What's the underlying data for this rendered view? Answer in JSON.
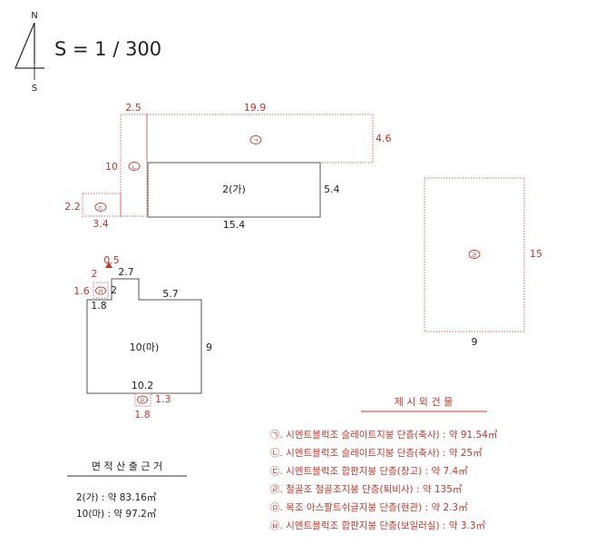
{
  "compass": {
    "north": "N",
    "south": "S"
  },
  "scale": "S = 1 / 300",
  "buildings": {
    "a": {
      "label": "2(가)",
      "dims": {
        "top": "19.9",
        "right": "5.4",
        "bottom": "15.4"
      }
    },
    "giyeok": {
      "mark": "ㄱ",
      "dims": {
        "right": "4.6",
        "top_left": "2.5"
      }
    },
    "nieun": {
      "mark": "ㄴ",
      "dims": {
        "left": "10"
      }
    },
    "digeut": {
      "mark": "ㄷ",
      "dims": {
        "left": "2.2",
        "bottom": "3.4"
      }
    },
    "rieul": {
      "mark": "ㄹ",
      "dims": {
        "right": "15",
        "bottom": "9"
      }
    },
    "ma": {
      "label": "10(마)",
      "dims": {
        "top_small": "2.7",
        "top": "5.7",
        "right": "9",
        "bottom": "10.2",
        "notch_left": "1.6",
        "notch_top": "2",
        "notch_right": "2",
        "notch_bottom": "1.8",
        "arrow": "0.5"
      }
    },
    "bieup": {
      "mark": "ㅂ"
    },
    "mieum": {
      "mark": "ㅁ",
      "dims": {
        "right": "1.3",
        "bottom": "1.8"
      }
    }
  },
  "area_calc": {
    "title": "면 적 산 출 근 거",
    "rows": [
      "2(가) : 약 83.16㎡",
      "10(마) : 약 97.2㎡"
    ]
  },
  "excluded": {
    "title": "제 시 외 건 물",
    "rows": [
      "㉠. 시멘트블럭조 슬레이트지붕 단층(축사) : 약 91.54㎡",
      "㉡. 시멘트블럭조 슬레이트지붕 단층(축사) : 약 25㎡",
      "㉢. 시멘트블럭조 합판지붕 단층(창고) : 약 7.4㎡",
      "㉣. 철골조 철골조지붕 단층(퇴비사) : 약 135㎡",
      "㉤. 목조 아스팔트쉬글지붕 단층(현관) : 약 2.3㎡",
      "㉥. 시멘트블럭조 합판지붕 단층(보일러실) : 약 3.3㎡"
    ]
  }
}
